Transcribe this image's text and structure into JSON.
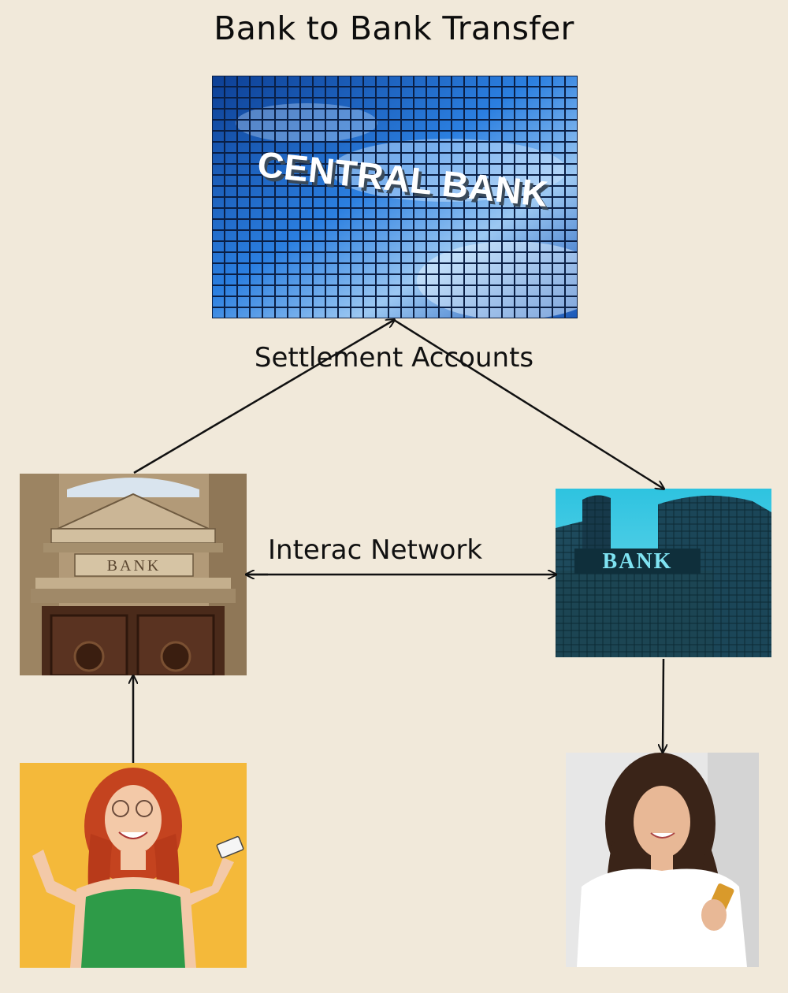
{
  "title": "Bank to Bank Transfer",
  "labels": {
    "settlement": "Settlement Accounts",
    "interac": "Interac Network"
  },
  "images": {
    "central_bank": {
      "sign_text": "CENTRAL BANK"
    },
    "sender_bank": {
      "sign_text": "BANK"
    },
    "receiver_bank": {
      "sign_text": "BANK"
    }
  },
  "colors": {
    "background": "#f1e9da",
    "arrow": "#111111",
    "sender_bg": "#f4b93a",
    "central_sky": "#1d6fd1"
  }
}
